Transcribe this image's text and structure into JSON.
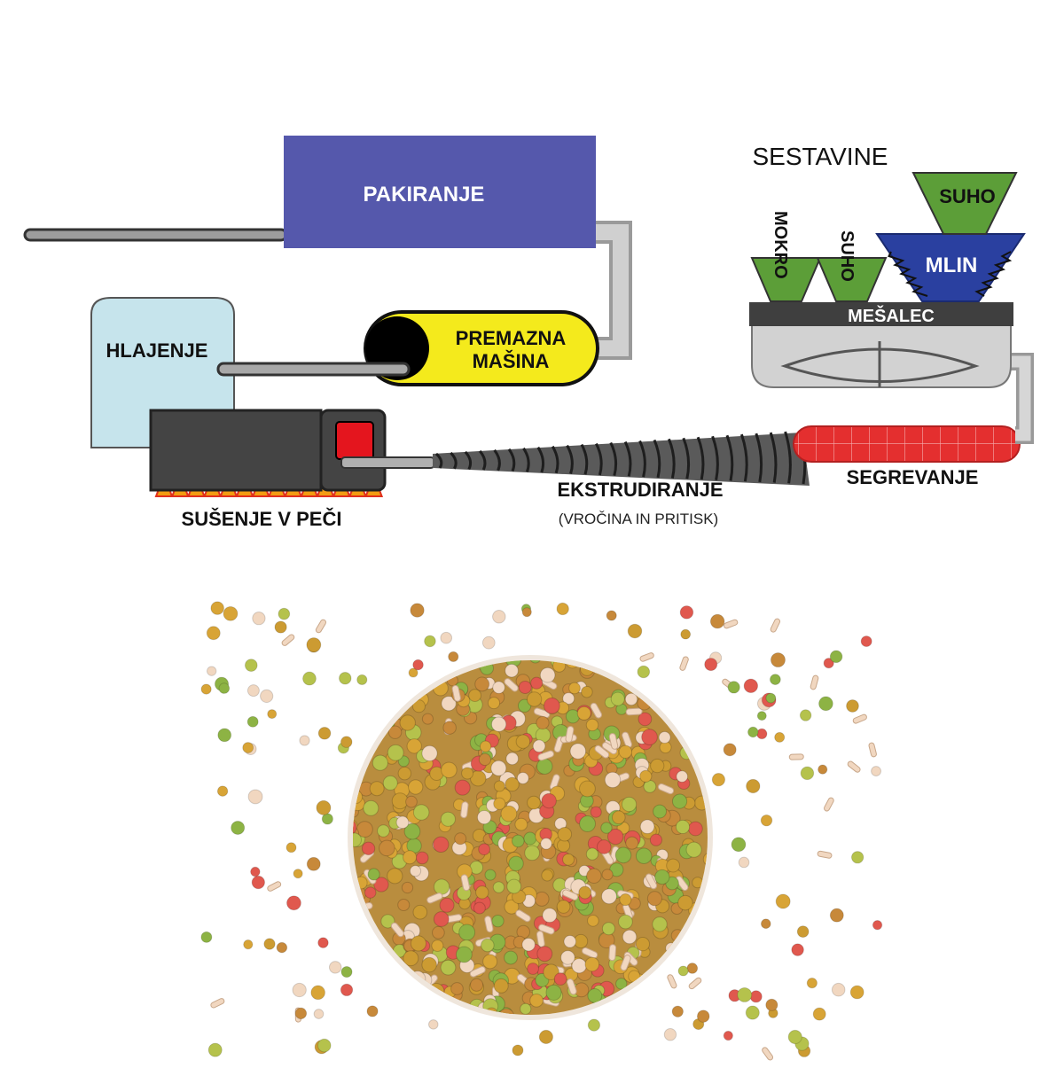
{
  "title": "SESTAVINE",
  "stages": {
    "packaging": "PAKIRANJE",
    "cooling": "HLAJENJE",
    "coating_line1": "PREMAZNA",
    "coating_line2": "MAŠINA",
    "oven_drying": "SUŠENJE V PEČI",
    "extrusion": "EKSTRUDIRANJE",
    "extrusion_note": "(VROČINA IN PRITISK)",
    "heating": "SEGREVANJE",
    "mixer": "MEŠALEC",
    "mill": "MLIN",
    "wet": "MOKRO",
    "dry_small": "SUHO",
    "dry_top": "SUHO"
  },
  "colors": {
    "packaging": "#5558ac",
    "cooling": "#c6e4ec",
    "coating": "#f4ea1c",
    "oven": "#444444",
    "flame": "#f39c12",
    "hopper_green": "#5c9e38",
    "mill_blue": "#2a40a0",
    "mixer_bar": "#3f3f3f",
    "mixer_body": "#d2d2d2",
    "heating": "#e42f2f",
    "pipe": "#c8c8c8"
  },
  "photo": {
    "kibble_colors": [
      "#d8a436",
      "#c7893a",
      "#e0584e",
      "#8db344",
      "#b5c24c",
      "#f1d7c0",
      "#cc9b32"
    ]
  }
}
